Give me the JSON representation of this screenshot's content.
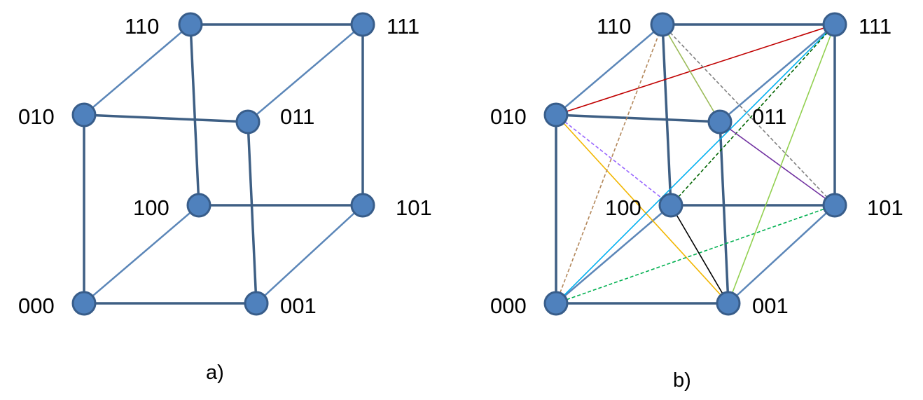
{
  "colors": {
    "node_fill": "#4f81bd",
    "node_stroke": "#385d8a",
    "edge_dark": "#3e5f84",
    "edge_light": "#5b86b8"
  },
  "panels": [
    {
      "id": "a",
      "caption": "a)",
      "nodes": [
        {
          "id": "000",
          "label": "000"
        },
        {
          "id": "001",
          "label": "001"
        },
        {
          "id": "010",
          "label": "010"
        },
        {
          "id": "011",
          "label": "011"
        },
        {
          "id": "100",
          "label": "100"
        },
        {
          "id": "101",
          "label": "101"
        },
        {
          "id": "110",
          "label": "110"
        },
        {
          "id": "111",
          "label": "111"
        }
      ],
      "edges": [
        {
          "from": "000",
          "to": "001",
          "color": "#3e5f84",
          "style": "solid"
        },
        {
          "from": "000",
          "to": "010",
          "color": "#3e5f84",
          "style": "solid"
        },
        {
          "from": "010",
          "to": "011",
          "color": "#3e5f84",
          "style": "solid"
        },
        {
          "from": "001",
          "to": "011",
          "color": "#3e5f84",
          "style": "solid"
        },
        {
          "from": "100",
          "to": "101",
          "color": "#3e5f84",
          "style": "solid"
        },
        {
          "from": "110",
          "to": "111",
          "color": "#3e5f84",
          "style": "solid"
        },
        {
          "from": "100",
          "to": "110",
          "color": "#3e5f84",
          "style": "solid"
        },
        {
          "from": "101",
          "to": "111",
          "color": "#3e5f84",
          "style": "solid"
        },
        {
          "from": "000",
          "to": "100",
          "color": "#5b86b8",
          "style": "solid"
        },
        {
          "from": "001",
          "to": "101",
          "color": "#5b86b8",
          "style": "solid"
        },
        {
          "from": "010",
          "to": "110",
          "color": "#5b86b8",
          "style": "solid"
        },
        {
          "from": "011",
          "to": "111",
          "color": "#5b86b8",
          "style": "solid"
        }
      ]
    },
    {
      "id": "b",
      "caption": "b)",
      "nodes": [
        {
          "id": "000",
          "label": "000"
        },
        {
          "id": "001",
          "label": "001"
        },
        {
          "id": "010",
          "label": "010"
        },
        {
          "id": "011",
          "label": "011"
        },
        {
          "id": "100",
          "label": "100"
        },
        {
          "id": "101",
          "label": "101"
        },
        {
          "id": "110",
          "label": "110"
        },
        {
          "id": "111",
          "label": "111"
        }
      ],
      "edges": [
        {
          "from": "000",
          "to": "001",
          "color": "#3e5f84",
          "style": "solid"
        },
        {
          "from": "000",
          "to": "010",
          "color": "#3e5f84",
          "style": "solid"
        },
        {
          "from": "010",
          "to": "011",
          "color": "#3e5f84",
          "style": "solid"
        },
        {
          "from": "001",
          "to": "011",
          "color": "#3e5f84",
          "style": "solid"
        },
        {
          "from": "100",
          "to": "101",
          "color": "#3e5f84",
          "style": "solid"
        },
        {
          "from": "110",
          "to": "111",
          "color": "#3e5f84",
          "style": "solid"
        },
        {
          "from": "100",
          "to": "110",
          "color": "#3e5f84",
          "style": "solid"
        },
        {
          "from": "101",
          "to": "111",
          "color": "#3e5f84",
          "style": "solid"
        },
        {
          "from": "000",
          "to": "100",
          "color": "#5b86b8",
          "style": "solid"
        },
        {
          "from": "001",
          "to": "101",
          "color": "#5b86b8",
          "style": "solid"
        },
        {
          "from": "010",
          "to": "110",
          "color": "#5b86b8",
          "style": "solid"
        },
        {
          "from": "011",
          "to": "111",
          "color": "#5b86b8",
          "style": "solid"
        },
        {
          "from": "010",
          "to": "111",
          "color": "#c00000",
          "style": "solid"
        },
        {
          "from": "010",
          "to": "001",
          "color": "#f2b600",
          "style": "solid"
        },
        {
          "from": "010",
          "to": "100",
          "color": "#9966ff",
          "style": "dashed"
        },
        {
          "from": "000",
          "to": "110",
          "color": "#b3875a",
          "style": "dashed"
        },
        {
          "from": "000",
          "to": "111",
          "color": "#00b0f0",
          "style": "solid"
        },
        {
          "from": "000",
          "to": "101",
          "color": "#00b050",
          "style": "dashed"
        },
        {
          "from": "100",
          "to": "111",
          "color": "#006400",
          "style": "dashed"
        },
        {
          "from": "100",
          "to": "001",
          "color": "#000000",
          "style": "solid"
        },
        {
          "from": "110",
          "to": "101",
          "color": "#808080",
          "style": "dashed"
        },
        {
          "from": "110",
          "to": "011",
          "color": "#9bbb59",
          "style": "solid"
        },
        {
          "from": "011",
          "to": "101",
          "color": "#7030a0",
          "style": "solid"
        },
        {
          "from": "001",
          "to": "111",
          "color": "#92d050",
          "style": "solid"
        }
      ]
    }
  ]
}
